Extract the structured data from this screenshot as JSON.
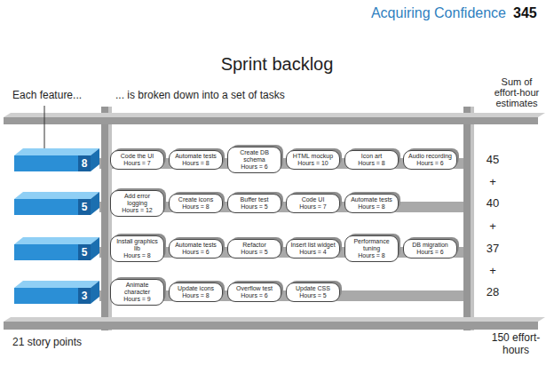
{
  "diagram": {
    "title": "Sprint backlog",
    "nodes": [
      {
        "text": [
          "8"
        ]
      },
      {
        "text": [
          "Code the UI",
          "Hours = 7"
        ]
      },
      {
        "text": [
          "Automate tests",
          "Hours = 8"
        ]
      },
      {
        "text": [
          "Create DB schema",
          "Hours = 6"
        ]
      },
      {
        "text": [
          "HTML mockup",
          "Hours = 10"
        ]
      },
      {
        "text": [
          "Icon art",
          "Hours = 8"
        ]
      },
      {
        "text": [
          "Audio recording",
          "Hours = 6"
        ]
      },
      {
        "text": [
          "5"
        ]
      },
      {
        "text": [
          "Add error logging",
          "Hours = 12"
        ]
      },
      {
        "text": [
          "Create icons",
          "Hours = 8"
        ]
      },
      {
        "text": [
          "Buffer test",
          "Hours = 5"
        ]
      },
      {
        "text": [
          "Code UI",
          "Hours = 7"
        ]
      },
      {
        "text": [
          "Automate tests",
          "Hours = 8"
        ]
      },
      {
        "text": [
          "5"
        ]
      },
      {
        "text": [
          "Install graphics lib",
          "Hours = 8"
        ]
      },
      {
        "text": [
          "Automate tests",
          "Hours = 6"
        ]
      },
      {
        "text": [
          "Refactor",
          "Hours = 5"
        ]
      },
      {
        "text": [
          "Insert list widget",
          "Hours = 4"
        ]
      },
      {
        "text": [
          "Performance tuning",
          "Hours = 8"
        ]
      },
      {
        "text": [
          "DB migration",
          "Hours = 6"
        ]
      },
      {
        "text": [
          "3"
        ]
      },
      {
        "text": [
          "Animate character",
          "Hours = 9"
        ]
      },
      {
        "text": [
          "Update icons",
          "Hours = 8"
        ]
      },
      {
        "text": [
          "Overflow test",
          "Hours = 6"
        ]
      },
      {
        "text": [
          "Update CSS",
          "Hours = 5"
        ]
      }
    ],
    "labels": [
      "Acquiring Confidence",
      "345",
      "Each feature...",
      "... is broken down into a set of tasks",
      "Sum of effort-hour estimates",
      "45",
      "+",
      "40",
      "+",
      "37",
      "+",
      "28",
      "21 story points",
      "150 effort-hours"
    ]
  }
}
